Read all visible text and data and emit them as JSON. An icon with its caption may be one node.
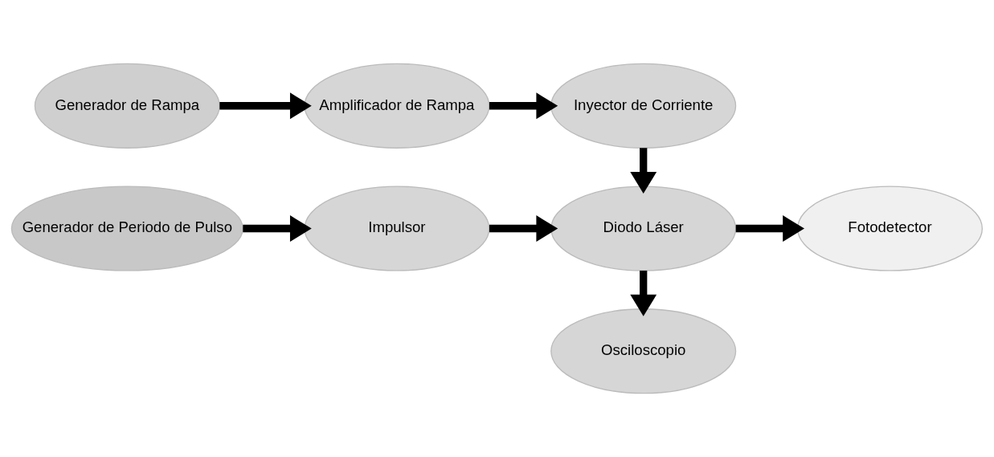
{
  "diagram": {
    "nodes": [
      {
        "text": [
          "Generador de Rampa"
        ]
      },
      {
        "text": [
          "Amplificador de Rampa"
        ]
      },
      {
        "text": [
          "Inyector de Corriente"
        ]
      },
      {
        "text": [
          "Generador de Periodo de Pulso"
        ]
      },
      {
        "text": [
          "Impulsor"
        ]
      },
      {
        "text": [
          "Diodo Láser"
        ]
      },
      {
        "text": [
          "Fotodetector"
        ]
      },
      {
        "text": [
          "Osciloscopio"
        ]
      }
    ],
    "edges": [
      {
        "from": 0,
        "to": 1,
        "arrow": "to"
      },
      {
        "from": 1,
        "to": 2,
        "arrow": "to"
      },
      {
        "from": 2,
        "to": 5,
        "arrow": "to"
      },
      {
        "from": 3,
        "to": 4,
        "arrow": "to"
      },
      {
        "from": 4,
        "to": 5,
        "arrow": "to"
      },
      {
        "from": 5,
        "to": 6,
        "arrow": "to"
      },
      {
        "from": 5,
        "to": 7,
        "arrow": "to"
      }
    ]
  }
}
